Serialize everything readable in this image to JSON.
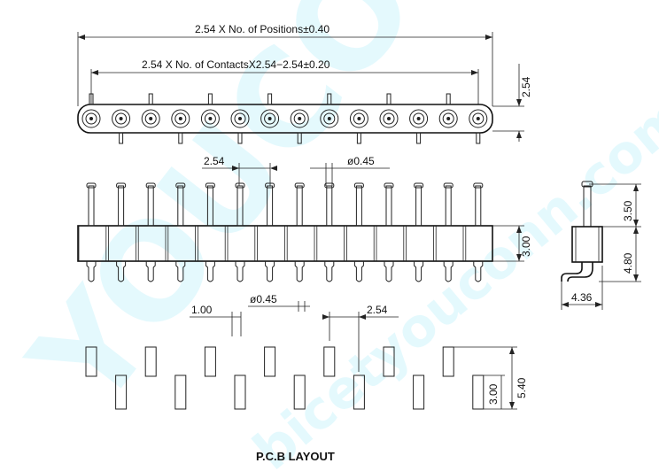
{
  "watermark": {
    "text": "YOUCONN",
    "url": "bicetyouconn.com",
    "color": "#00c8f0"
  },
  "dims": {
    "overall_length": "2.54 X No. of Positions±0.40",
    "contact_span": "2.54 X No. of ContactsX2.54−2.54±0.20",
    "top_height": "2.54",
    "pitch": "2.54",
    "pin_dia_top": "ø0.45",
    "body_height": "3.00",
    "side_top": "3.50",
    "side_bottom": "4.80",
    "side_width": "4.36",
    "pcb_width": "1.00",
    "pcb_dia": "ø0.45",
    "pcb_pitch": "2.54",
    "pcb_height_small": "3.00",
    "pcb_height_total": "5.40"
  },
  "caption": "P.C.B LAYOUT"
}
